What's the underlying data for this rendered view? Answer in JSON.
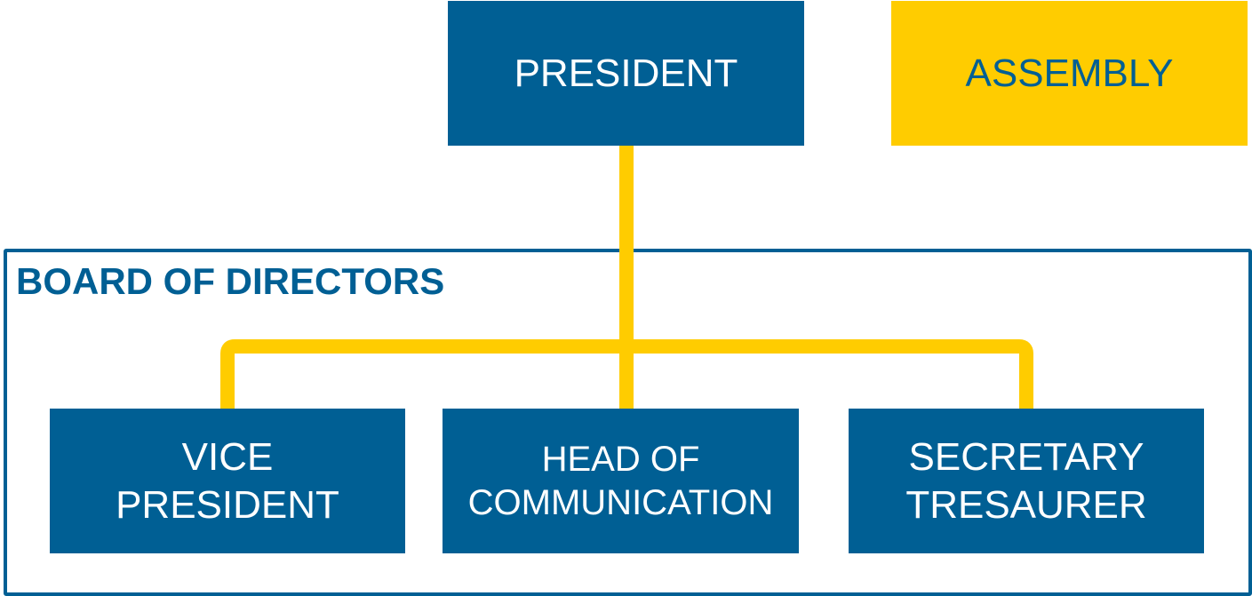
{
  "colors": {
    "primary_blue": "#005f94",
    "accent_yellow": "#ffcc00",
    "background": "#ffffff",
    "box_text_on_blue": "#ffffff"
  },
  "top_level": {
    "president_label": "PRESIDENT",
    "assembly_label": "ASSEMBLY"
  },
  "board": {
    "title": "BOARD OF DIRECTORS",
    "members": [
      {
        "label": "VICE\nPRESIDENT"
      },
      {
        "label": "HEAD OF\nCOMMUNICATION"
      },
      {
        "label": "SECRETARY\nTRESAURER"
      }
    ]
  }
}
